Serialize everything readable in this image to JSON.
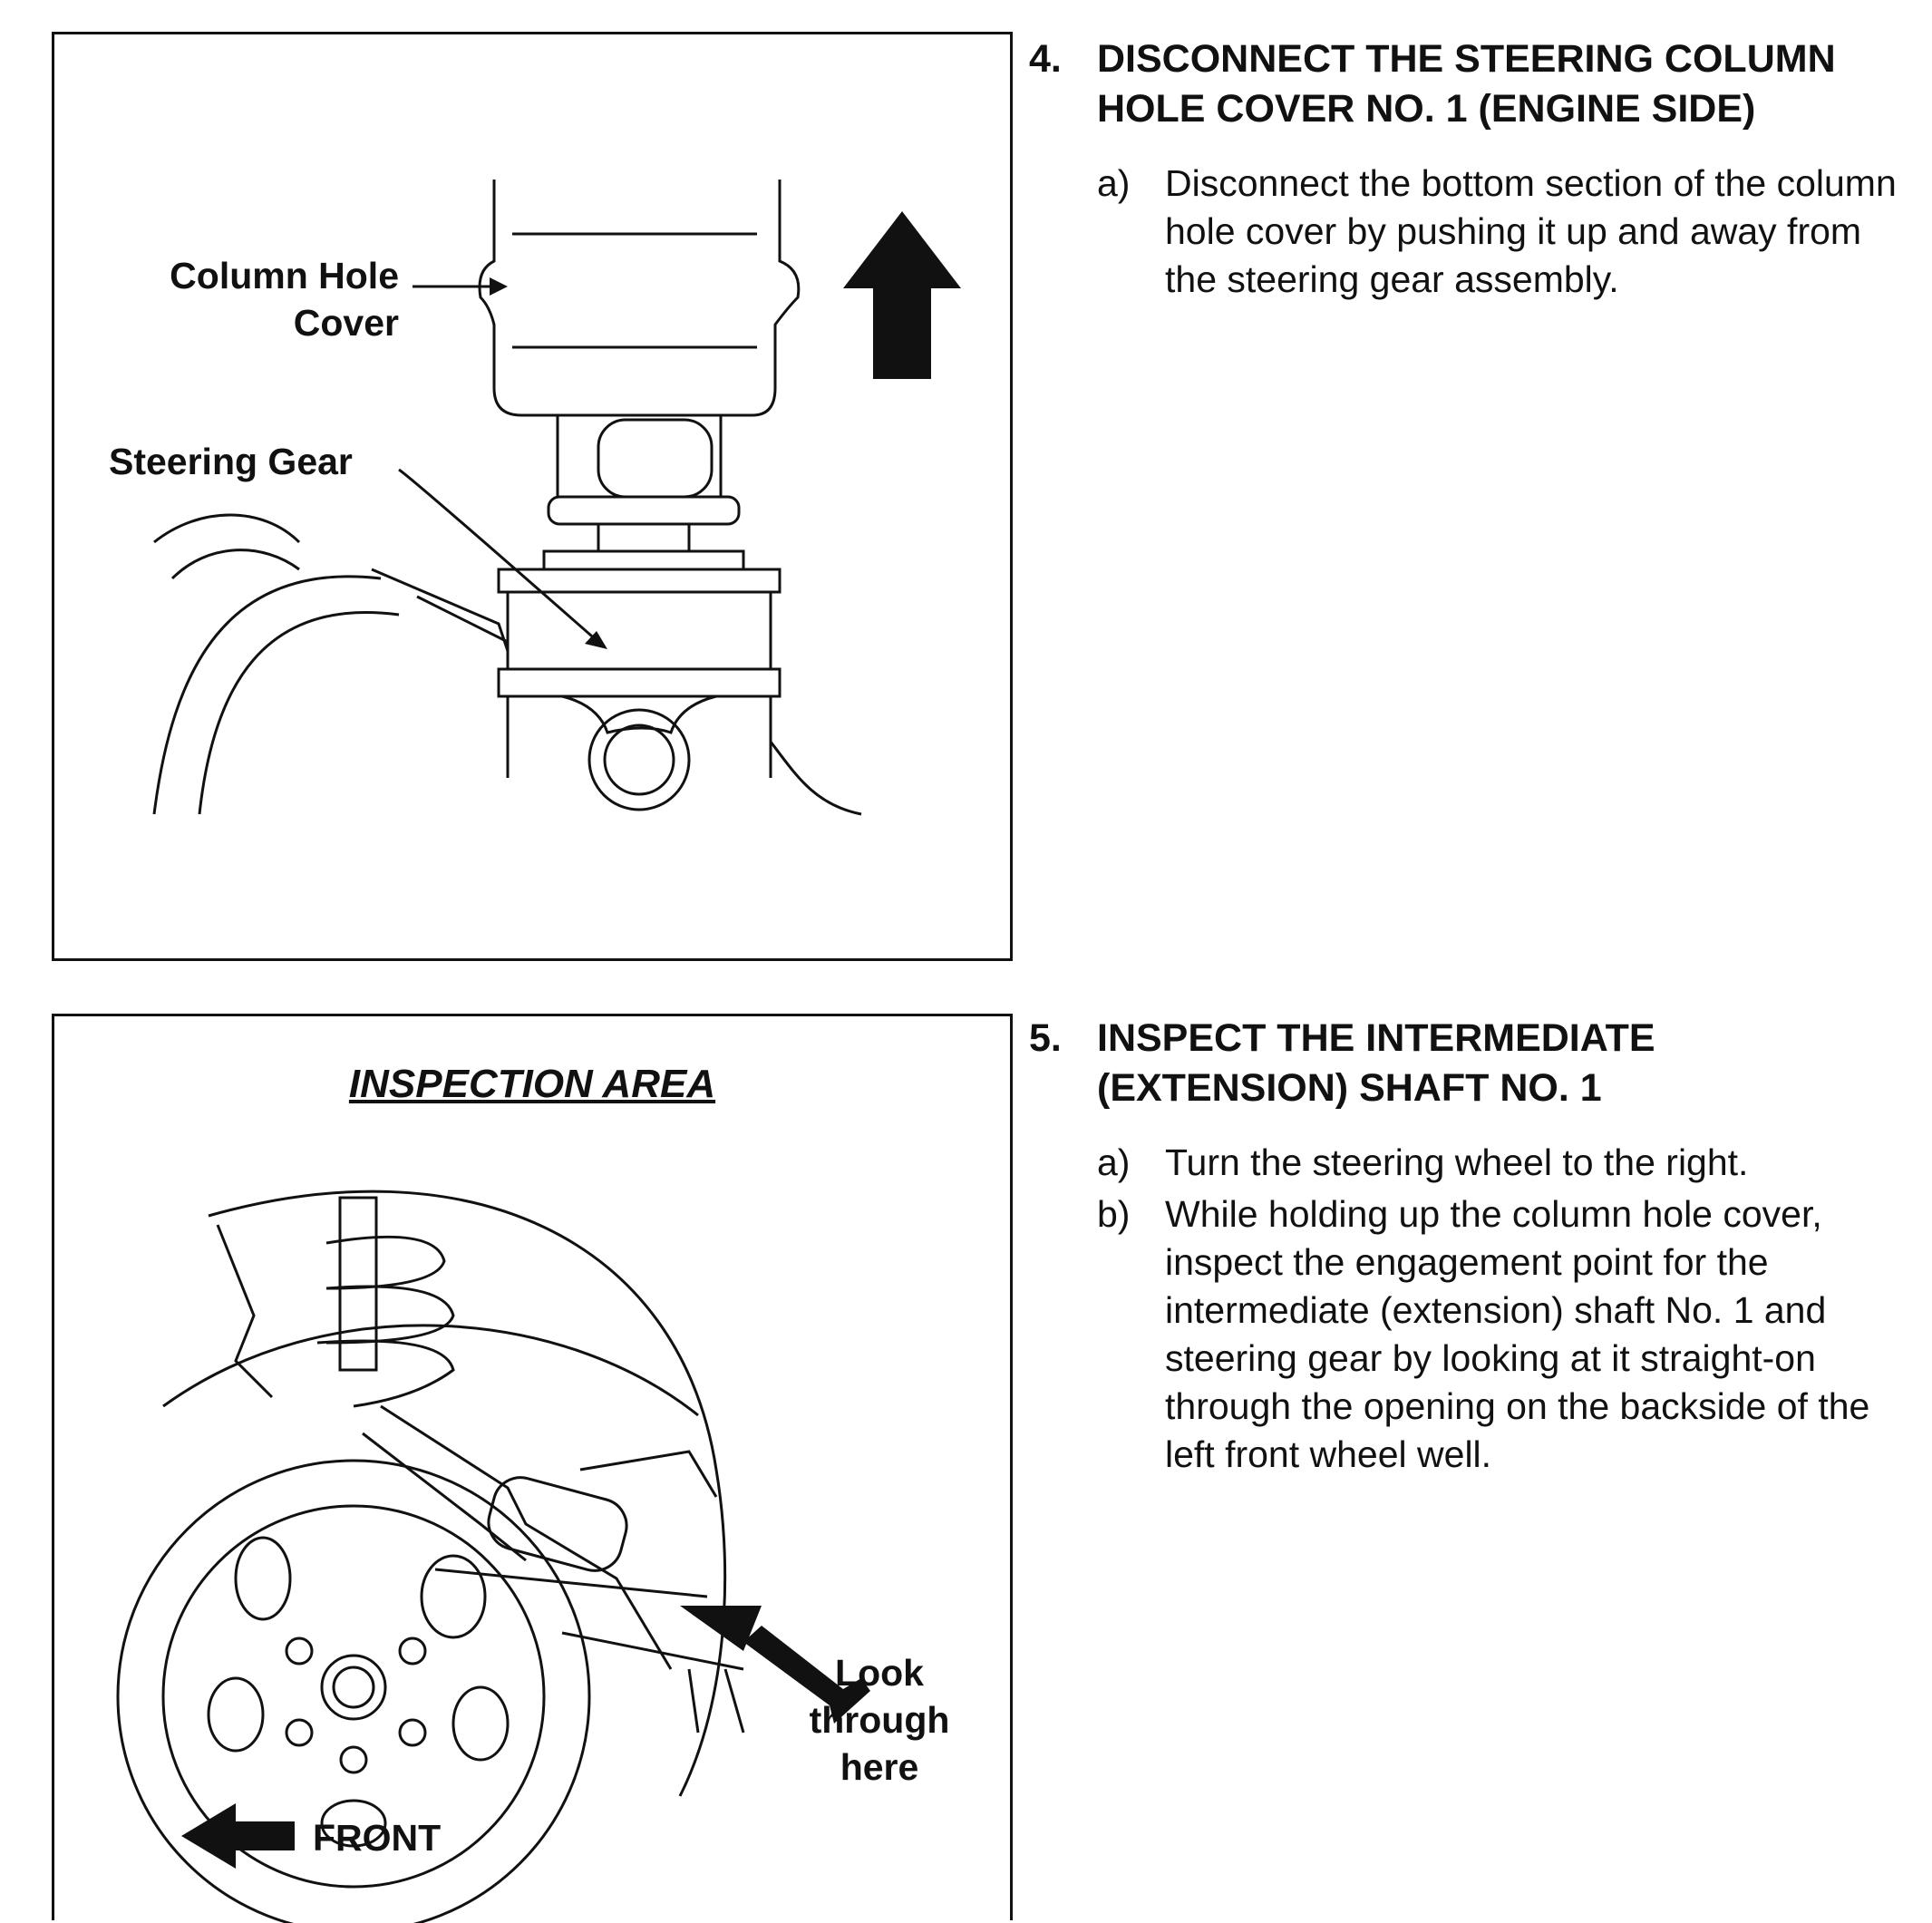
{
  "figure1": {
    "callout_column_hole_line1": "Column Hole",
    "callout_column_hole_line2": "Cover",
    "callout_steering_gear": "Steering Gear"
  },
  "figure2": {
    "title": "INSPECTION AREA",
    "callout_look_line1": "Look",
    "callout_look_line2": "through",
    "callout_look_line3": "here",
    "callout_front": "FRONT"
  },
  "step4": {
    "number": "4.",
    "heading_line1": "DISCONNECT THE STEERING COLUMN",
    "heading_line2": "HOLE COVER NO. 1 (ENGINE SIDE)",
    "substeps": [
      {
        "label": "a)",
        "text": "Disconnect the bottom section of the column hole cover by pushing it up and away from the steering gear assembly."
      }
    ]
  },
  "step5": {
    "number": "5.",
    "heading_line1": "INSPECT THE INTERMEDIATE",
    "heading_line2": "(EXTENSION) SHAFT NO. 1",
    "substeps": [
      {
        "label": "a)",
        "text": "Turn the steering wheel to the right."
      },
      {
        "label": "b)",
        "text": "While holding up the column hole cover, inspect the engagement point for the intermediate (extension) shaft No. 1 and steering gear by looking at it straight-on through the opening on the backside of the left front wheel well."
      }
    ]
  }
}
